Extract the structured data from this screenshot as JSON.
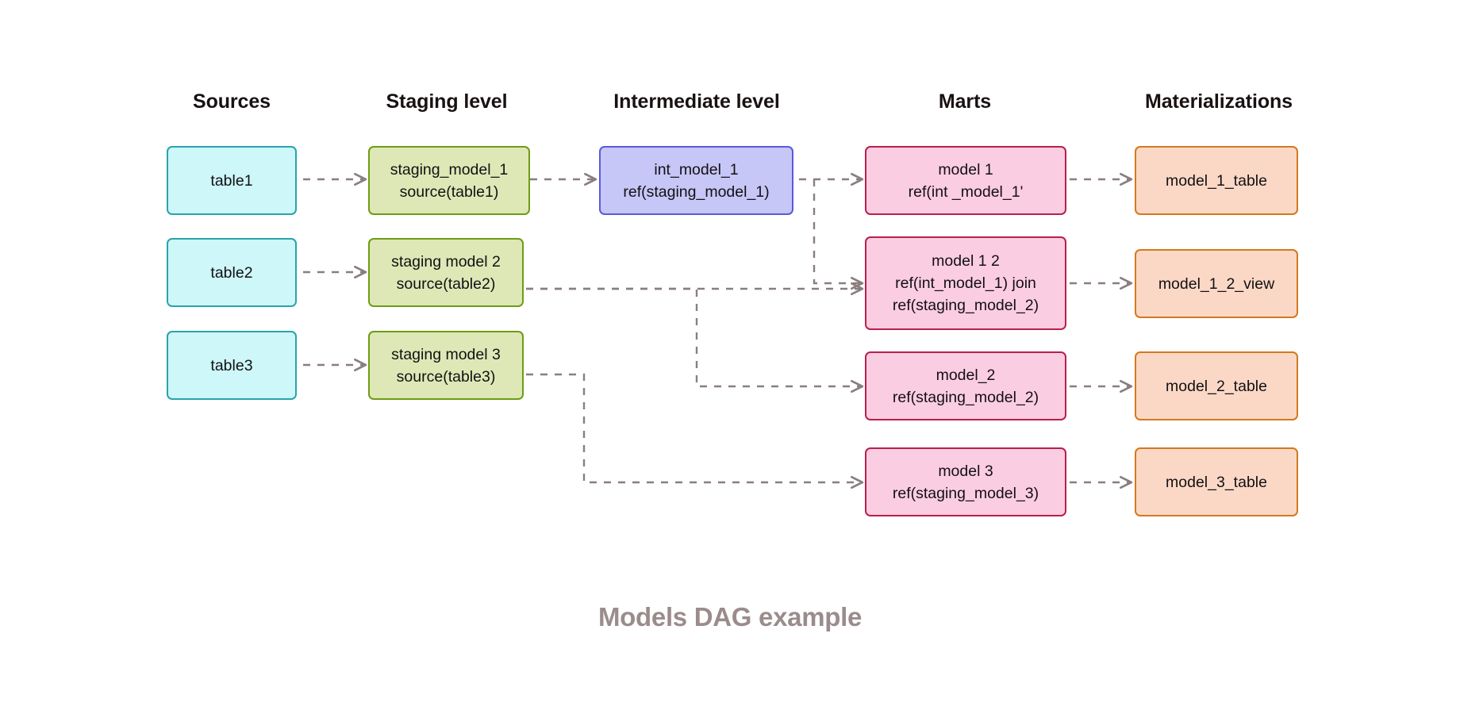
{
  "caption": "Models DAG example",
  "colors": {
    "source_fill": "#cdf7f8",
    "source_stroke": "#2aa3ad",
    "staging_fill": "#dde8b6",
    "staging_stroke": "#6f9b16",
    "intermediate_fill": "#c6c6f7",
    "intermediate_stroke": "#5a5ad8",
    "mart_fill": "#fbcde3",
    "mart_stroke": "#b8204a",
    "materialization_fill": "#fbd8c6",
    "materialization_stroke": "#d4781f",
    "edge": "#8a7e7e",
    "caption_text": "#9b8c8c",
    "header_text": "#1a1212"
  },
  "columns": [
    {
      "id": "sources",
      "header": "Sources"
    },
    {
      "id": "staging",
      "header": "Staging level"
    },
    {
      "id": "intermediate",
      "header": "Intermediate level"
    },
    {
      "id": "marts",
      "header": "Marts"
    },
    {
      "id": "materializations",
      "header": "Materializations"
    }
  ],
  "nodes": {
    "source_1": {
      "lines": [
        "table1"
      ]
    },
    "source_2": {
      "lines": [
        "table2"
      ]
    },
    "source_3": {
      "lines": [
        "table3"
      ]
    },
    "staging_1": {
      "lines": [
        "staging_model_1",
        "source(table1)"
      ]
    },
    "staging_2": {
      "lines": [
        "staging model 2",
        "source(table2)"
      ]
    },
    "staging_3": {
      "lines": [
        "staging model 3",
        "source(table3)"
      ]
    },
    "intermediate_1": {
      "lines": [
        "int_model_1",
        "ref(staging_model_1)"
      ]
    },
    "mart_1": {
      "lines": [
        "model 1",
        "ref(int _model_1'"
      ]
    },
    "mart_1_2": {
      "lines": [
        "model 1 2",
        "ref(int_model_1) join",
        "ref(staging_model_2)"
      ]
    },
    "mart_2": {
      "lines": [
        "model_2",
        "ref(staging_model_2)"
      ]
    },
    "mart_3": {
      "lines": [
        "model 3",
        "ref(staging_model_3)"
      ]
    },
    "material_1": {
      "lines": [
        "model_1_table"
      ]
    },
    "material_1_2": {
      "lines": [
        "model_1_2_view"
      ]
    },
    "material_2": {
      "lines": [
        "model_2_table"
      ]
    },
    "material_3": {
      "lines": [
        "model_3_table"
      ]
    }
  }
}
